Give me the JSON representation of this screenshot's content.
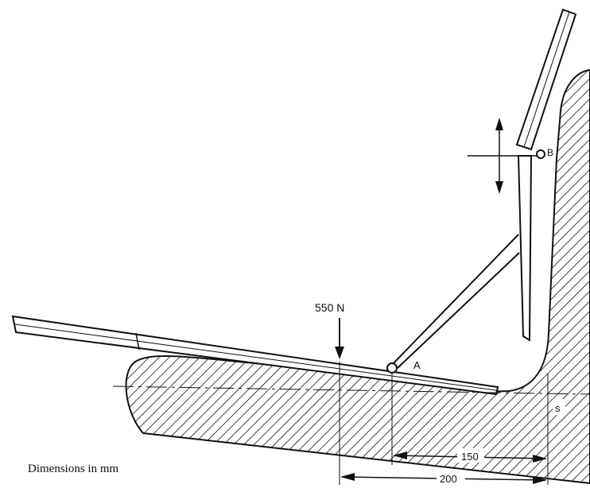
{
  "labels": {
    "force": "550 N",
    "point_a": "A",
    "point_b": "B",
    "point_s": "s",
    "dim_150": "150",
    "dim_200": "200",
    "units_note": "Dimensions in mm"
  },
  "colors": {
    "ink": "#111111",
    "paper": "#ffffff"
  }
}
